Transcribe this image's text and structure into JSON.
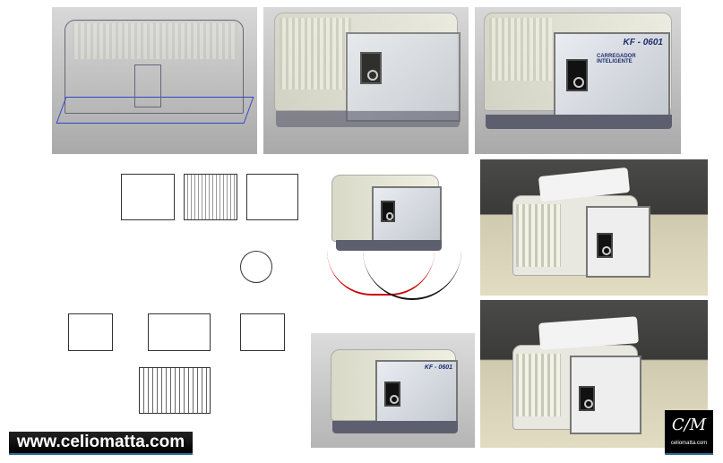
{
  "product": {
    "model": "KF - 0601",
    "name": "CARREGADOR INTELIGENTE"
  },
  "branding": {
    "website": "www.celiomatta.com",
    "mark_initials": "CM",
    "mark_text": "celiomatta.com"
  },
  "colors": {
    "accent": "#1f2d6e",
    "logo_underline": "#2d6f9a"
  }
}
